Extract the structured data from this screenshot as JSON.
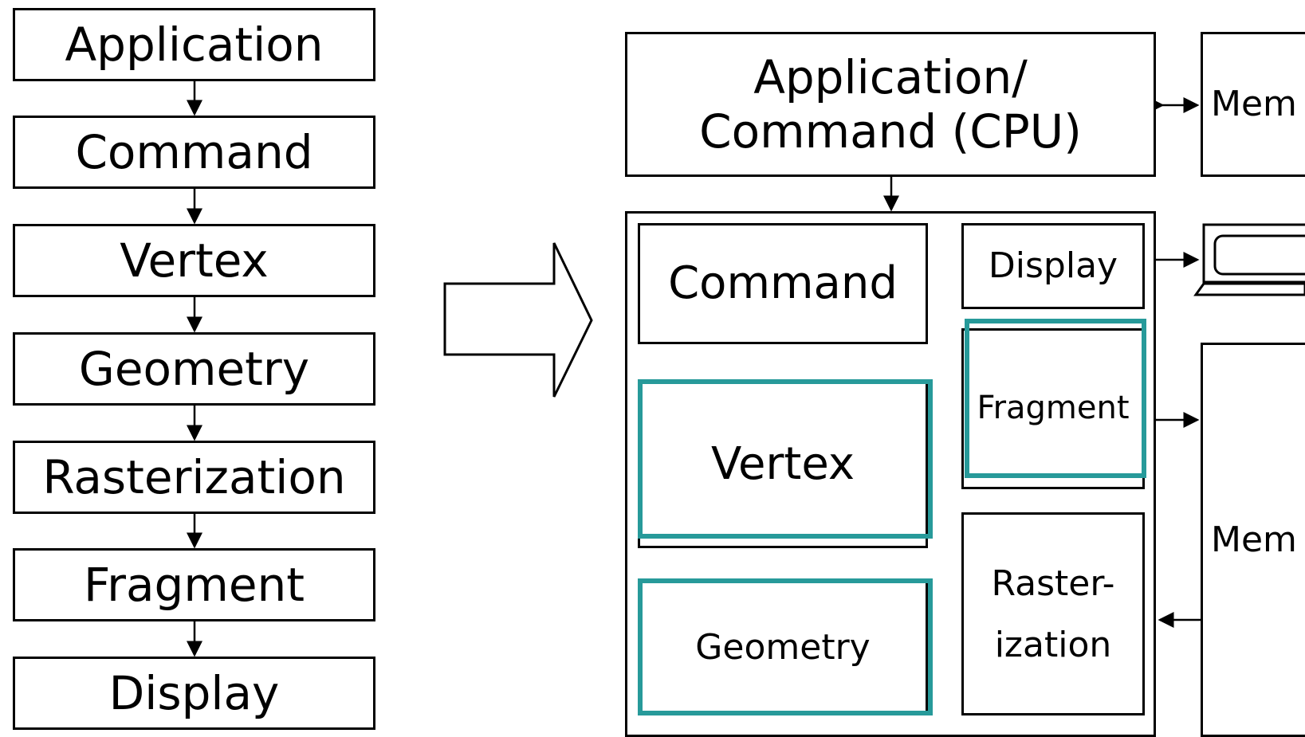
{
  "left_pipeline": {
    "stages": [
      "Application",
      "Command",
      "Vertex",
      "Geometry",
      "Rasterization",
      "Fragment",
      "Display"
    ]
  },
  "right_architecture": {
    "cpu_box": "Application/\nCommand (CPU)",
    "memory_top": "Mem",
    "gpu": {
      "command": "Command",
      "vertex": "Vertex",
      "geometry": "Geometry",
      "display": "Display",
      "fragment": "Fragment",
      "raster": "Raster-\nization"
    },
    "memory_bottom": "Mem",
    "highlight_color": "#279a9a",
    "monitor": "monitor-icon"
  }
}
